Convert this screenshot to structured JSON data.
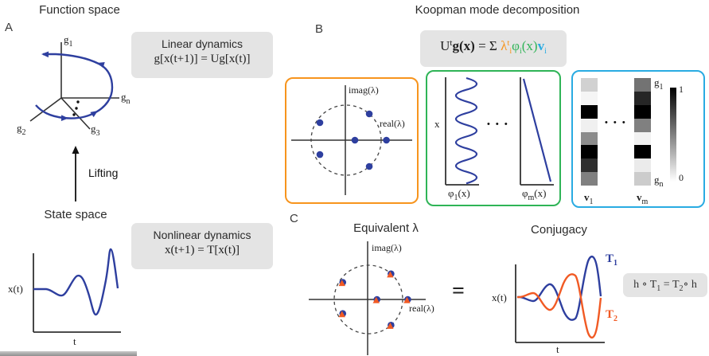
{
  "colors": {
    "trajectory_blue": "#2e3f9f",
    "curve_orange": "#F15A24",
    "border_orange": "#F7941D",
    "border_green": "#2FB457",
    "border_blue": "#29ABE2",
    "box_gray": "#e4e4e4",
    "axis": "#333333"
  },
  "panelA": {
    "label": "A",
    "function_space_title": "Function space",
    "axes": {
      "g1_base": "g",
      "g1_sub": "1",
      "g2_base": "g",
      "g2_sub": "2",
      "g3_base": "g",
      "g3_sub": "3",
      "gn_base": "g",
      "gn_sub": "n"
    },
    "linear_box": {
      "title": "Linear dynamics",
      "equation": "g[x(t+1)] = Ug[x(t)]"
    },
    "lifting_label": "Lifting",
    "state_space_title": "State space",
    "nonlinear_box": {
      "title": "Nonlinear dynamics",
      "equation": "x(t+1) = T[x(t)]"
    },
    "state_plot": {
      "ylabel": "x(t)",
      "xlabel": "t"
    }
  },
  "panelB": {
    "label": "B",
    "title": "Koopman mode decomposition",
    "equation": {
      "U": "U",
      "U_sup": "t",
      "g": "g(x)",
      "eq": " = ",
      "sigma": "Σ ",
      "lambda": "λ",
      "lambda_sup": "t",
      "lambda_sub": "i",
      "phi": "φ",
      "phi_sub": "i",
      "phi_arg": "(x)",
      "v": "v",
      "v_sub": "i"
    },
    "eigen_plot": {
      "imag_label": "imag(λ)",
      "real_label": "real(λ)",
      "eigenvalues": [
        [
          0.66,
          0.75
        ],
        [
          -0.75,
          0.5
        ],
        [
          0.25,
          0
        ],
        [
          1.15,
          0
        ],
        [
          -0.75,
          -0.41
        ],
        [
          0.66,
          -0.75
        ]
      ]
    },
    "eigenfunctions": {
      "x_label": "x",
      "dots": "• • •",
      "phi1": {
        "base": "φ",
        "sub": "1",
        "arg": "(x)"
      },
      "phim": {
        "base": "φ",
        "sub": "m",
        "arg": "(x)"
      }
    },
    "modes": {
      "dots": "• • •",
      "v1_label": {
        "base": "v",
        "sub": "1"
      },
      "vm_label": {
        "base": "v",
        "sub": "m"
      },
      "g1": {
        "base": "g",
        "sub": "1"
      },
      "gn": {
        "base": "g",
        "sub": "n"
      },
      "colorbar_top": "1",
      "colorbar_bottom": "0",
      "v1_values": [
        0.18,
        0.04,
        1,
        0.06,
        0.45,
        1,
        0.82,
        0.5
      ],
      "vm_values": [
        0.55,
        0.85,
        1,
        0.5,
        0.05,
        1,
        0.08,
        0.2
      ]
    }
  },
  "panelC": {
    "label": "C",
    "equivalent_title": "Equivalent λ",
    "conjugacy_title": "Conjugacy",
    "equals": "=",
    "eigen_plot": {
      "imag_label": "imag(λ)",
      "real_label": "real(λ)",
      "eigenvalues": [
        [
          0.66,
          0.75
        ],
        [
          -0.75,
          0.5
        ],
        [
          0.25,
          0
        ],
        [
          1.15,
          0
        ],
        [
          -0.75,
          -0.41
        ],
        [
          0.66,
          -0.75
        ]
      ]
    },
    "conjugacy_plot": {
      "ylabel": "x(t)",
      "xlabel": "t",
      "T1": {
        "base": "T",
        "sub": "1"
      },
      "T2": {
        "base": "T",
        "sub": "2"
      }
    },
    "conj_equation": {
      "h1": "h",
      "circ1": " ∘ ",
      "T": "T",
      "T_sub": "1",
      "eq": " = ",
      "T2": "T",
      "T2_sub": "2",
      "circ2": "∘ ",
      "h2": "h"
    }
  }
}
